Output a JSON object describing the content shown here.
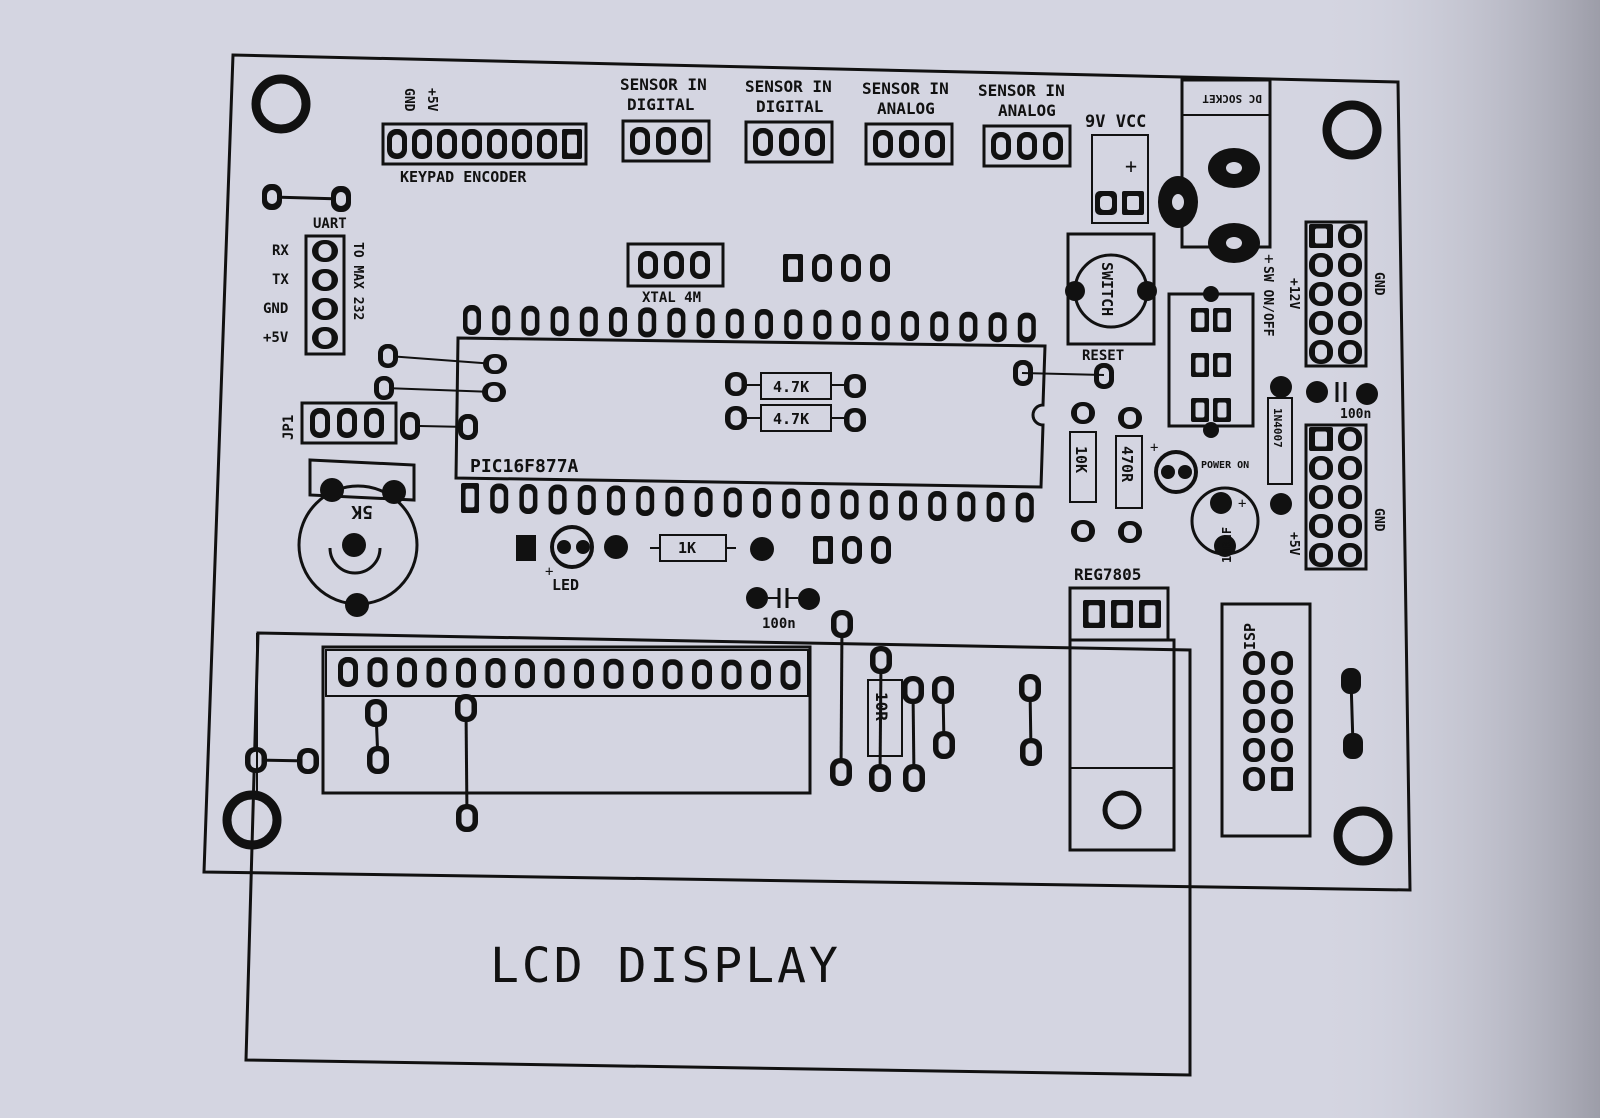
{
  "colors": {
    "paper": "#d4d5e1",
    "ink": "#111111",
    "shadow": "#6f6f7a"
  },
  "labels": {
    "gnd_top": "GND",
    "v5_top": "+5V",
    "keypad": "KEYPAD ENCODER",
    "sensor_in": "SENSOR IN",
    "digital": "DIGITAL",
    "analog": "ANALOG",
    "vcc9": "9V VCC",
    "plus": "+",
    "dc_socket": "DC SOCKET",
    "uart": "UART",
    "to_max": "TO MAX 232",
    "rx": "RX",
    "tx": "TX",
    "gnd": "GND",
    "v5": "+5V",
    "xtal": "XTAL 4M",
    "switch": "SWITCH",
    "reset": "RESET",
    "sw_on_off": "SW ON/OFF",
    "v12": "+12V",
    "gnd_right1": "GND",
    "gnd_right2": "GND",
    "r47k_1": "4.7K",
    "r47k_2": "4.7K",
    "jp1": "JP1",
    "mcu": "PIC16F877A",
    "r10k": "10K",
    "r470": "470R",
    "power_on": "POWER ON",
    "diode": "1N4007",
    "cap100n_right": "100n",
    "cap100uf": "100uF",
    "v5_right": "+5V",
    "pot": "5K",
    "led": "LED",
    "r1k": "1K",
    "cap100n": "100n",
    "regulator": "REG7805",
    "isp": "ISP",
    "r10r": "10R",
    "lcd": "LCD DISPLAY"
  }
}
